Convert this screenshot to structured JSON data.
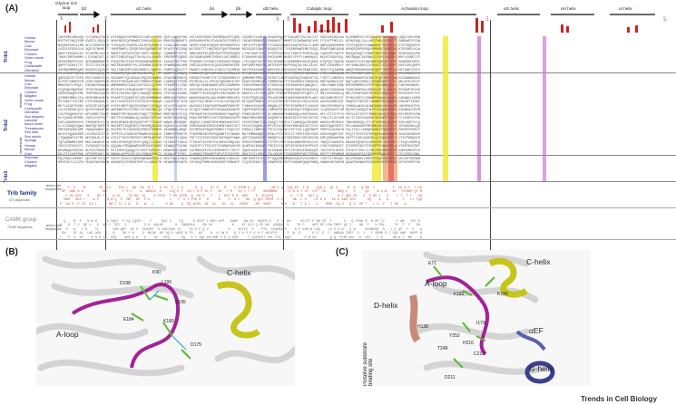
{
  "panelA": {
    "label": "(A)",
    "regions": [
      {
        "key": "glycine",
        "label": "Glycine rich\nloop"
      },
      {
        "key": "b2",
        "label": "β2"
      },
      {
        "key": "ac",
        "label": "αC helix"
      },
      {
        "key": "b4",
        "label": "β4"
      },
      {
        "key": "b5",
        "label": "β5"
      },
      {
        "key": "ad",
        "label": "αD helix"
      },
      {
        "key": "cat",
        "label": "Catalytic loop"
      },
      {
        "key": "act",
        "label": "Activation loop"
      },
      {
        "key": "ag",
        "label": "αG helix"
      },
      {
        "key": "ah",
        "label": "αH helix"
      },
      {
        "key": "ai",
        "label": "αI helix"
      }
    ],
    "positions": [
      "68",
      "95",
      "140",
      "166",
      "211",
      "307"
    ],
    "groups": [
      {
        "name": "Trib1",
        "species": [
          "Human",
          "Mouse",
          "Cow",
          "Elephant",
          "Chicken",
          "Green anole",
          "Frog",
          "Coelacanth",
          "Zebrafish"
        ]
      },
      {
        "name": "Trib2",
        "subgroups": [
          "Vertebrate",
          "Invertebrate"
        ],
        "species": [
          "Human",
          "Mouse",
          "Cow",
          "Elephant",
          "Chicken",
          "Alligator",
          "Green anole",
          "Frog",
          "Coelacanth",
          "Zebrafish",
          "Sea lamprey",
          "Lancelet",
          "Acorn worm",
          "Threadworm",
          "Sea hare",
          "Sea urchin",
          "Sponge"
        ]
      },
      {
        "name": "Trib3",
        "species": [
          "Human",
          "Mouse",
          "Cow",
          "Elephant",
          "Chicken",
          "Alligator"
        ]
      }
    ],
    "family": {
      "name": "Trib family",
      "count": "472 sequences"
    },
    "camk": {
      "name": "CAMK group",
      "count": "79,487 sequences"
    },
    "rowlabels": [
      "amino acid",
      "frequencies",
      "amino acid",
      "frequencies"
    ]
  },
  "panelB": {
    "label": "(B)",
    "annotations": [
      "C-helix",
      "A-loop",
      "K90",
      "L196",
      "D198",
      "E195",
      "E184",
      "K180",
      "D175"
    ]
  },
  "panelC": {
    "label": "(C)",
    "annotations": [
      "C-helix",
      "A-loop",
      "D-helix",
      "αEF",
      "G-helix",
      "Putative substrate\nbinding site",
      "E71",
      "F181",
      "K180",
      "H138",
      "I179",
      "Y252",
      "H210",
      "C215",
      "T248",
      "D211"
    ]
  },
  "footer": "Trends in Cell Biology",
  "colors": {
    "group_text": "#1a2d7a",
    "bar": "#cc2222",
    "ahelix": "#c7c41b",
    "aloop": "#a22296",
    "dhelix": "#c98a7a",
    "ghelix": "#3b3f8f",
    "aef": "#5a5fb0",
    "residue": "#5cb833"
  }
}
